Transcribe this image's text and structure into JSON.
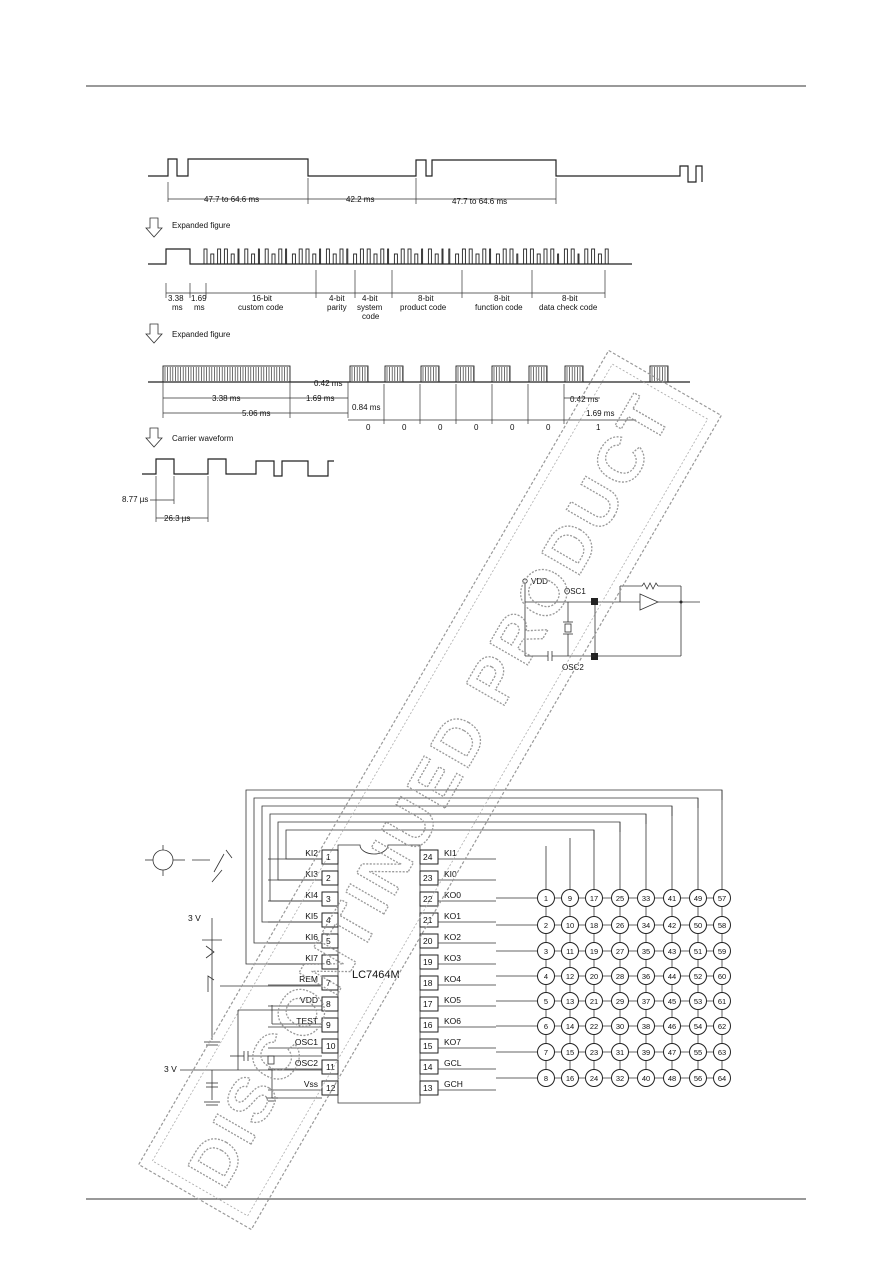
{
  "waveform": {
    "top_dims": [
      "47.7 to 64.6 ms",
      "42.2 ms",
      "47.7 to 64.6 ms"
    ],
    "expanded_label_1": "Expanded figure",
    "segments": [
      {
        "t": "3.38",
        "b": "ms"
      },
      {
        "t": "1.69",
        "b": "ms"
      },
      {
        "t": "16-bit",
        "b": "custom code"
      },
      {
        "t": "4-bit",
        "b": "parity"
      },
      {
        "t": "4-bit",
        "b": "system",
        "c": "code"
      },
      {
        "t": "8-bit",
        "b": "product code"
      },
      {
        "t": "8-bit",
        "b": "function code"
      },
      {
        "t": "8-bit",
        "b": "data check code"
      }
    ],
    "expanded_label_2": "Expanded figure",
    "dims2": {
      "a": "0.42 ms",
      "b": "3.38 ms",
      "c": "1.69 ms",
      "d": "0.84 ms",
      "e": "5.06 ms",
      "f": "0.42 ms",
      "g": "1.69 ms"
    },
    "bits": [
      "0",
      "0",
      "0",
      "0",
      "0",
      "0",
      "1"
    ],
    "carrier_label": "Carrier waveform",
    "carrier_dims": [
      "8.77 µs",
      "26.3 µs"
    ]
  },
  "oscillator": {
    "vdd": "VDD",
    "osc1": "OSC1",
    "osc2": "OSC2"
  },
  "chip": {
    "name": "LC7464M",
    "left_pins": [
      {
        "n": "1",
        "l": "KI2"
      },
      {
        "n": "2",
        "l": "KI3"
      },
      {
        "n": "3",
        "l": "KI4"
      },
      {
        "n": "4",
        "l": "KI5"
      },
      {
        "n": "5",
        "l": "KI6"
      },
      {
        "n": "6",
        "l": "KI7"
      },
      {
        "n": "7",
        "l": "REM"
      },
      {
        "n": "8",
        "l": "VDD"
      },
      {
        "n": "9",
        "l": "TEST"
      },
      {
        "n": "10",
        "l": "OSC1"
      },
      {
        "n": "11",
        "l": "OSC2"
      },
      {
        "n": "12",
        "l": "Vss"
      }
    ],
    "right_pins": [
      {
        "n": "24",
        "l": "KI1"
      },
      {
        "n": "23",
        "l": "KI0"
      },
      {
        "n": "22",
        "l": "KO0"
      },
      {
        "n": "21",
        "l": "KO1"
      },
      {
        "n": "20",
        "l": "KO2"
      },
      {
        "n": "19",
        "l": "KO3"
      },
      {
        "n": "18",
        "l": "KO4"
      },
      {
        "n": "17",
        "l": "KO5"
      },
      {
        "n": "16",
        "l": "KO6"
      },
      {
        "n": "15",
        "l": "KO7"
      },
      {
        "n": "14",
        "l": "GCL"
      },
      {
        "n": "13",
        "l": "GCH"
      }
    ],
    "supply_labels": [
      "3 V",
      "3 V"
    ]
  },
  "stamp": {
    "text": "DISCONTINUED PRODUCT"
  }
}
